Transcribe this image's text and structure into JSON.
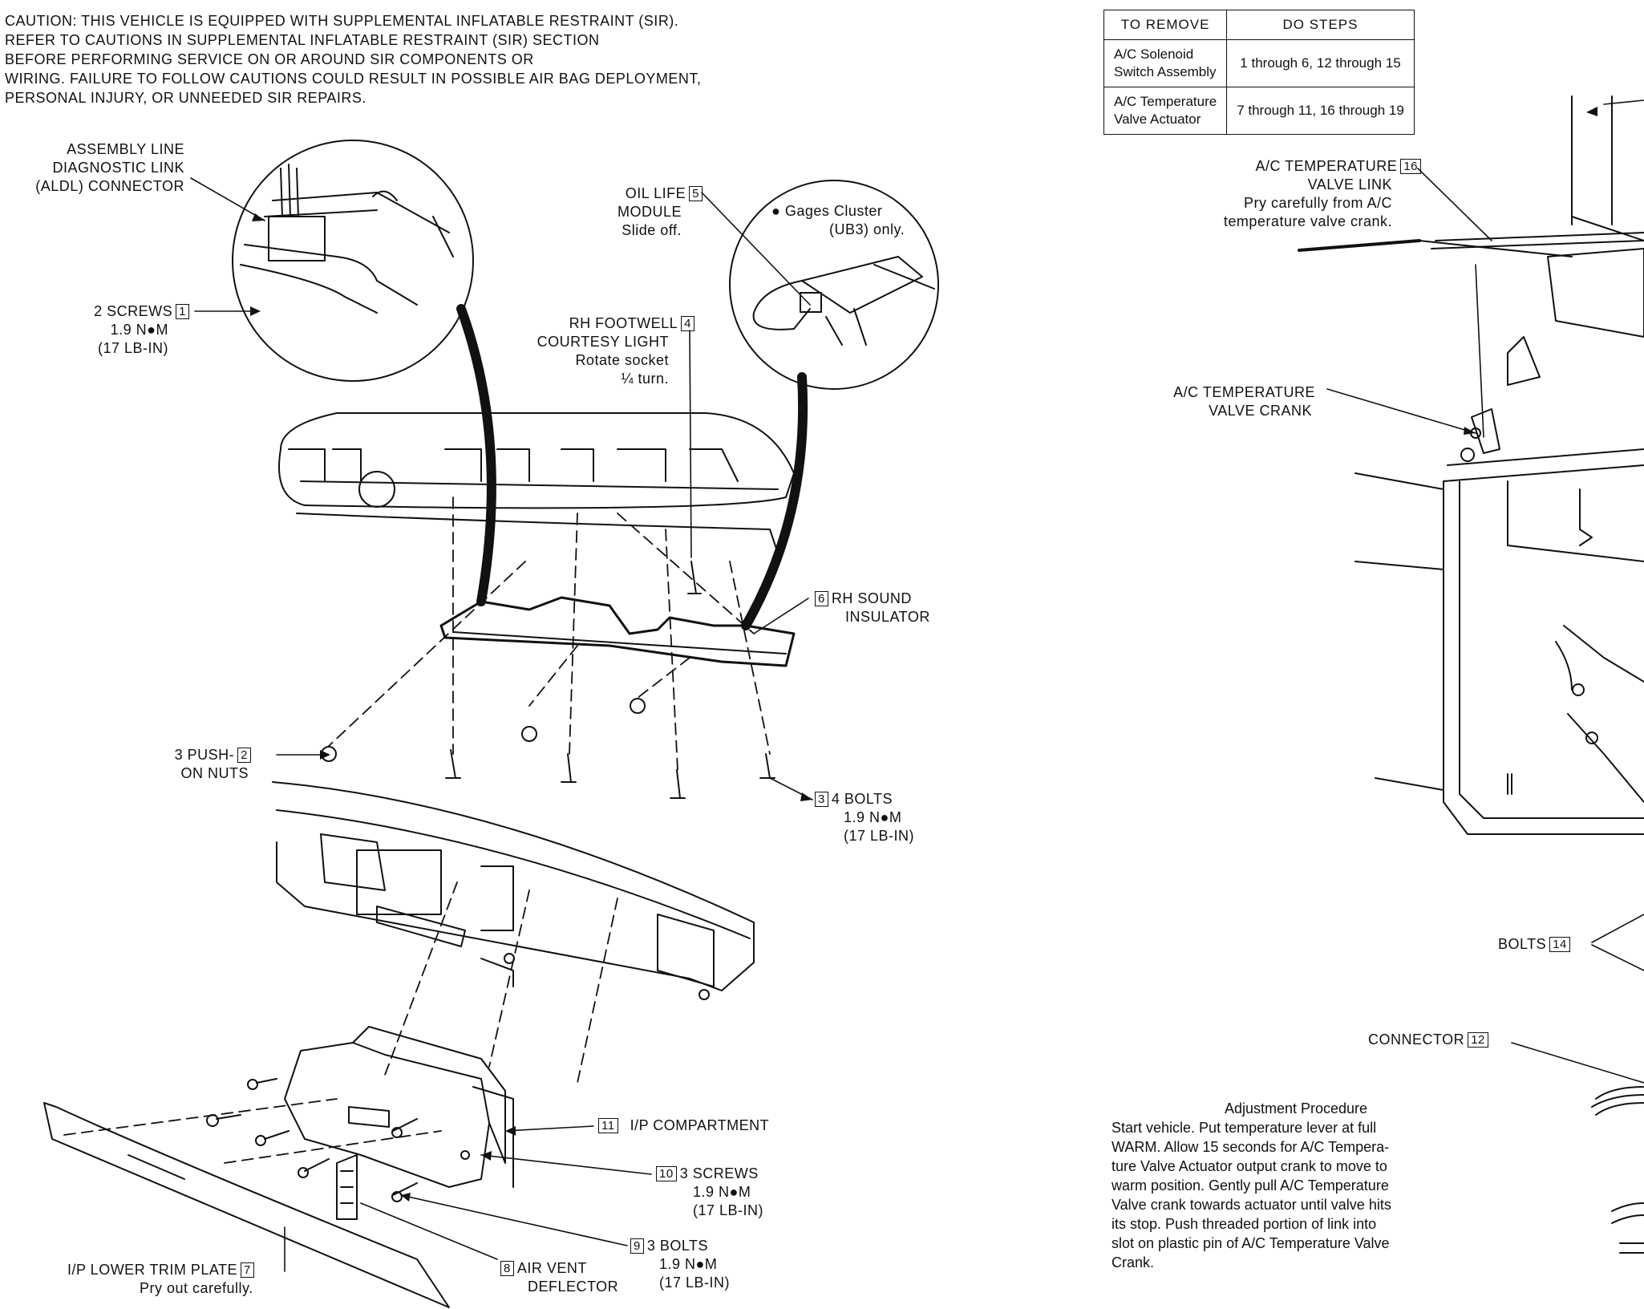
{
  "caution": [
    "CAUTION: THIS VEHICLE IS EQUIPPED WITH SUPPLEMENTAL INFLATABLE RESTRAINT (SIR).",
    "REFER TO CAUTIONS IN SUPPLEMENTAL INFLATABLE RESTRAINT (SIR) SECTION",
    "BEFORE PERFORMING SERVICE ON OR AROUND SIR COMPONENTS OR",
    "WIRING. FAILURE TO FOLLOW CAUTIONS COULD RESULT IN POSSIBLE AIR BAG DEPLOYMENT,",
    "PERSONAL INJURY, OR UNNEEDED SIR REPAIRS."
  ],
  "table": {
    "headers": [
      "TO REMOVE",
      "DO STEPS"
    ],
    "rows": [
      {
        "item": [
          "A/C Solenoid",
          "Switch Assembly"
        ],
        "steps": "1 through 6, 12 through 15"
      },
      {
        "item": [
          "A/C Temperature",
          "Valve Actuator"
        ],
        "steps": "7 through 11, 16 through 19"
      }
    ]
  },
  "callouts": {
    "aldl": [
      "ASSEMBLY LINE",
      "DIAGNOSTIC LINK",
      "(ALDL) CONNECTOR"
    ],
    "screws2": {
      "label": "2 SCREWS",
      "num": "1",
      "torque": [
        "1.9 N●M",
        "(17 LB-IN)"
      ]
    },
    "oil_life": {
      "lines": [
        "OIL LIFE",
        "MODULE",
        "Slide off."
      ],
      "num": "5"
    },
    "gages_note": [
      "●  Gages Cluster",
      "(UB3) only."
    ],
    "footwell": {
      "lines": [
        "RH FOOTWELL",
        "COURTESY LIGHT",
        "Rotate socket",
        "¼  turn."
      ],
      "num": "4"
    },
    "sound_insulator": {
      "num": "6",
      "lines": [
        "RH SOUND",
        "INSULATOR"
      ]
    },
    "push_nuts": {
      "lines": [
        "3 PUSH-",
        "ON NUTS"
      ],
      "num": "2"
    },
    "bolts4": {
      "num": "3",
      "label": "4 BOLTS",
      "torque": [
        "1.9 N●M",
        "(17 LB-IN)"
      ]
    },
    "ip_compartment": {
      "num": "11",
      "label": "I/P COMPARTMENT"
    },
    "screws3": {
      "num": "10",
      "label": "3 SCREWS",
      "torque": [
        "1.9 N●M",
        "(17 LB-IN)"
      ]
    },
    "bolts3": {
      "num": "9",
      "label": "3 BOLTS",
      "torque": [
        "1.9 N●M",
        "(17 LB-IN)"
      ]
    },
    "air_vent": {
      "num": "8",
      "lines": [
        "AIR VENT",
        "DEFLECTOR"
      ]
    },
    "trim_plate": {
      "label": "I/P LOWER TRIM PLATE",
      "num": "7",
      "note": "Pry out carefully."
    },
    "valve_link": {
      "lines": [
        "A/C TEMPERATURE",
        "VALVE LINK",
        "Pry carefully from A/C",
        "temperature valve crank."
      ],
      "num": "16"
    },
    "valve_crank": [
      "A/C TEMPERATURE",
      "VALVE CRANK"
    ],
    "bolts_right": {
      "label": "BOLTS",
      "num": "14"
    },
    "connector": {
      "label": "CONNECTOR",
      "num": "12"
    }
  },
  "adjustment": {
    "title": "Adjustment Procedure",
    "lines": [
      "Start vehicle.  Put temperature lever at full",
      "WARM.  Allow 15 seconds for A/C Tempera-",
      "ture Valve Actuator output crank to move to",
      "warm position.  Gently pull A/C Temperature",
      "Valve crank towards actuator until valve hits",
      "its stop.  Push threaded portion of link into",
      "slot on plastic pin of A/C Temperature Valve",
      "Crank."
    ]
  }
}
